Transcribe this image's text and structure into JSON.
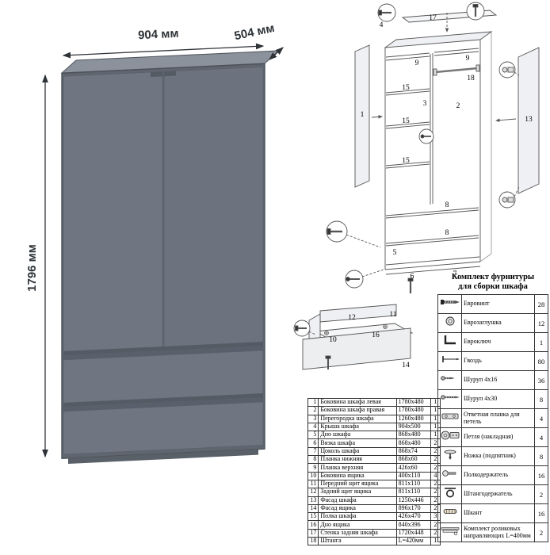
{
  "dimensions": {
    "width": "904 мм",
    "depth": "504 мм",
    "height": "1796 мм"
  },
  "diagram": {
    "labels": [
      "4",
      "17",
      "9",
      "9",
      "18",
      "1",
      "3",
      "15",
      "15",
      "15",
      "2",
      "13",
      "5",
      "6",
      "7",
      "8",
      "8",
      "12",
      "16",
      "10",
      "11",
      "14"
    ]
  },
  "hardware": {
    "title_line1": "Комплект фурнитуры",
    "title_line2": "для сборки шкафа",
    "items": [
      {
        "icon": "euroscrew",
        "name": "Евровинт",
        "qty": "28"
      },
      {
        "icon": "cap",
        "name": "Еврозаглушка",
        "qty": "12"
      },
      {
        "icon": "hexkey",
        "name": "Евроключ",
        "qty": "1"
      },
      {
        "icon": "nail",
        "name": "Гвоздь",
        "qty": "80"
      },
      {
        "icon": "screw-short",
        "name": "Шуруп 4x16",
        "qty": "36"
      },
      {
        "icon": "screw-long",
        "name": "Шуруп 4x30",
        "qty": "8"
      },
      {
        "icon": "strike-plate",
        "name": "Ответная планка для петель",
        "qty": "4"
      },
      {
        "icon": "hinge",
        "name": "Петля (накладная)",
        "qty": "4"
      },
      {
        "icon": "foot",
        "name": "Ножка (подпятник)",
        "qty": "8"
      },
      {
        "icon": "shelf-pin",
        "name": "Полкодержатель",
        "qty": "16"
      },
      {
        "icon": "rod-holder",
        "name": "Штангодержатель",
        "qty": "2"
      },
      {
        "icon": "dowel",
        "name": "Шкант",
        "qty": "16"
      },
      {
        "icon": "drawer-slides",
        "name": "Комплект роликовых направляющих L=400мм",
        "qty": "2"
      }
    ]
  },
  "parts": {
    "rows": [
      [
        "1",
        "Боковина шкафа левая",
        "1780x480",
        "1"
      ],
      [
        "2",
        "Боковина шкафа правая",
        "1780x480",
        "1"
      ],
      [
        "3",
        "Перегородка шкафа",
        "1260x480",
        "1"
      ],
      [
        "4",
        "Крыша шкафа",
        "904x500",
        "1"
      ],
      [
        "5",
        "Дно шкафа",
        "868x480",
        "1"
      ],
      [
        "6",
        "Вязка шкафа",
        "868x480",
        "2"
      ],
      [
        "7",
        "Цоколь шкафа",
        "868x74",
        "2"
      ],
      [
        "8",
        "Планка нижняя",
        "868x60",
        "2"
      ],
      [
        "9",
        "Планка верхняя",
        "426x60",
        "2"
      ],
      [
        "10",
        "Боковина ящика",
        "400x110",
        "4"
      ],
      [
        "11",
        "Передний щит ящика",
        "811x110",
        "2"
      ],
      [
        "12",
        "Задний щит ящика",
        "811x110",
        "2"
      ],
      [
        "13",
        "Фасад шкафа",
        "1250x446",
        "2"
      ],
      [
        "14",
        "Фасад ящика",
        "896x170",
        "2"
      ],
      [
        "15",
        "Полка шкафа",
        "426x470",
        "3"
      ],
      [
        "16",
        "Дно ящика",
        "840x396",
        "2"
      ],
      [
        "17",
        "Стенка задняя шкафа",
        "1720x448",
        "2"
      ],
      [
        "18",
        "Штанга",
        "L=420мм",
        "1"
      ]
    ]
  }
}
